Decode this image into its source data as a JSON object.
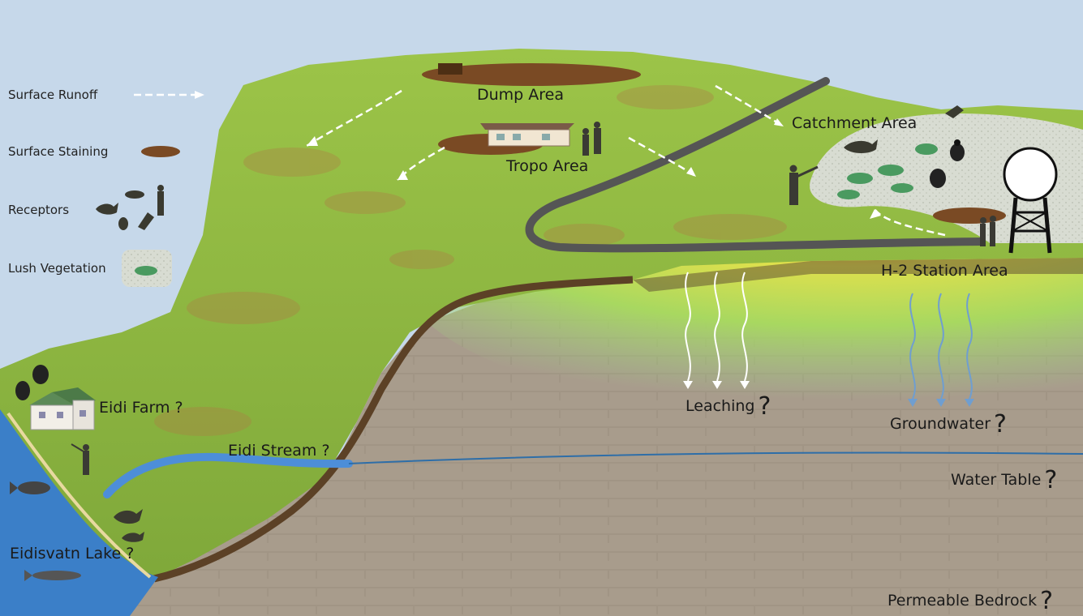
{
  "legend": {
    "runoff": "Surface Runoff",
    "staining": "Surface Staining",
    "receptors": "Receptors",
    "vegetation": "Lush Vegetation"
  },
  "areas": {
    "dump": "Dump Area",
    "tropo": "Tropo Area",
    "catchment": "Catchment Area",
    "h2": "H-2 Station Area",
    "farm": "Eidi Farm ?",
    "stream": "Eidi Stream ?",
    "lake": "Eidisvatn Lake ?"
  },
  "processes": {
    "leaching": "Leaching",
    "groundwater": "Groundwater",
    "water_table": "Water Table",
    "bedrock": "Permeable Bedrock",
    "question_mark": "?"
  },
  "colors": {
    "sky": "#c6d8ea",
    "grass": "#8cb43c",
    "bedrock": "#a89c8c",
    "plume_core": "#f07020",
    "plume_mid": "#d7e04a",
    "plume_outer": "#8fd070",
    "lake": "#3b7fc8",
    "road": "#555555"
  }
}
